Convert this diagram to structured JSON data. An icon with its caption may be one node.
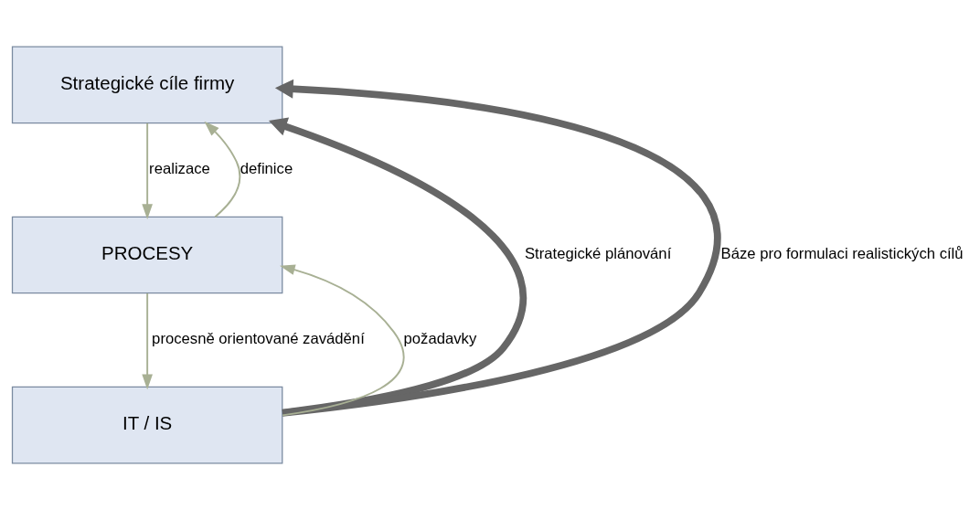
{
  "diagram": {
    "nodes": [
      {
        "text": [
          "Strategické cíle firmy"
        ]
      },
      {
        "text": [
          "PROCESY"
        ]
      },
      {
        "text": [
          "IT / IS"
        ]
      }
    ],
    "edges": [
      {
        "from": 1,
        "to": 0,
        "arrow": "to",
        "label": "definice"
      },
      {
        "from": 0,
        "to": 1,
        "arrow": "to",
        "label": "realizace"
      },
      {
        "from": 2,
        "to": 1,
        "arrow": "to",
        "label": "požadavky"
      },
      {
        "from": 1,
        "to": 2,
        "arrow": "to",
        "label": "procesně orientované zavádění"
      },
      {
        "from": 2,
        "to": 0,
        "arrow": "to",
        "label": "Strategické plánování",
        "style": "thick",
        "color": "#666666"
      },
      {
        "from": 2,
        "to": 0,
        "arrow": "to",
        "label": "Báze pro formulaci realistických cílů",
        "style": "thick",
        "color": "#666666"
      }
    ]
  }
}
